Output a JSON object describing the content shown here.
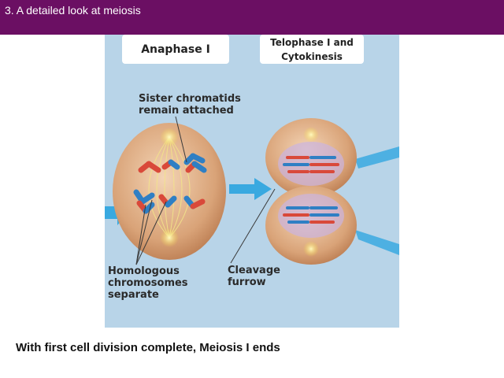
{
  "header": {
    "title": "3.  A detailed look at meiosis"
  },
  "stages": {
    "anaphase": "Anaphase  I",
    "telophase": "Telophase I and\nCytokinesis"
  },
  "annotations": {
    "sister": "Sister chromatids\nremain attached",
    "homologous": "Homologous\nchromosomes\nseparate",
    "cleavage": "Cleavage\nfurrow"
  },
  "caption": "With first cell division complete, Meiosis I ends",
  "colors": {
    "title_bar": "#6b0f63",
    "background": "#b8d4e8",
    "cell": "#d9a378",
    "chromosome_red": "#d9493a",
    "chromosome_blue": "#2f7fc4",
    "arrow": "#39a9e0"
  }
}
